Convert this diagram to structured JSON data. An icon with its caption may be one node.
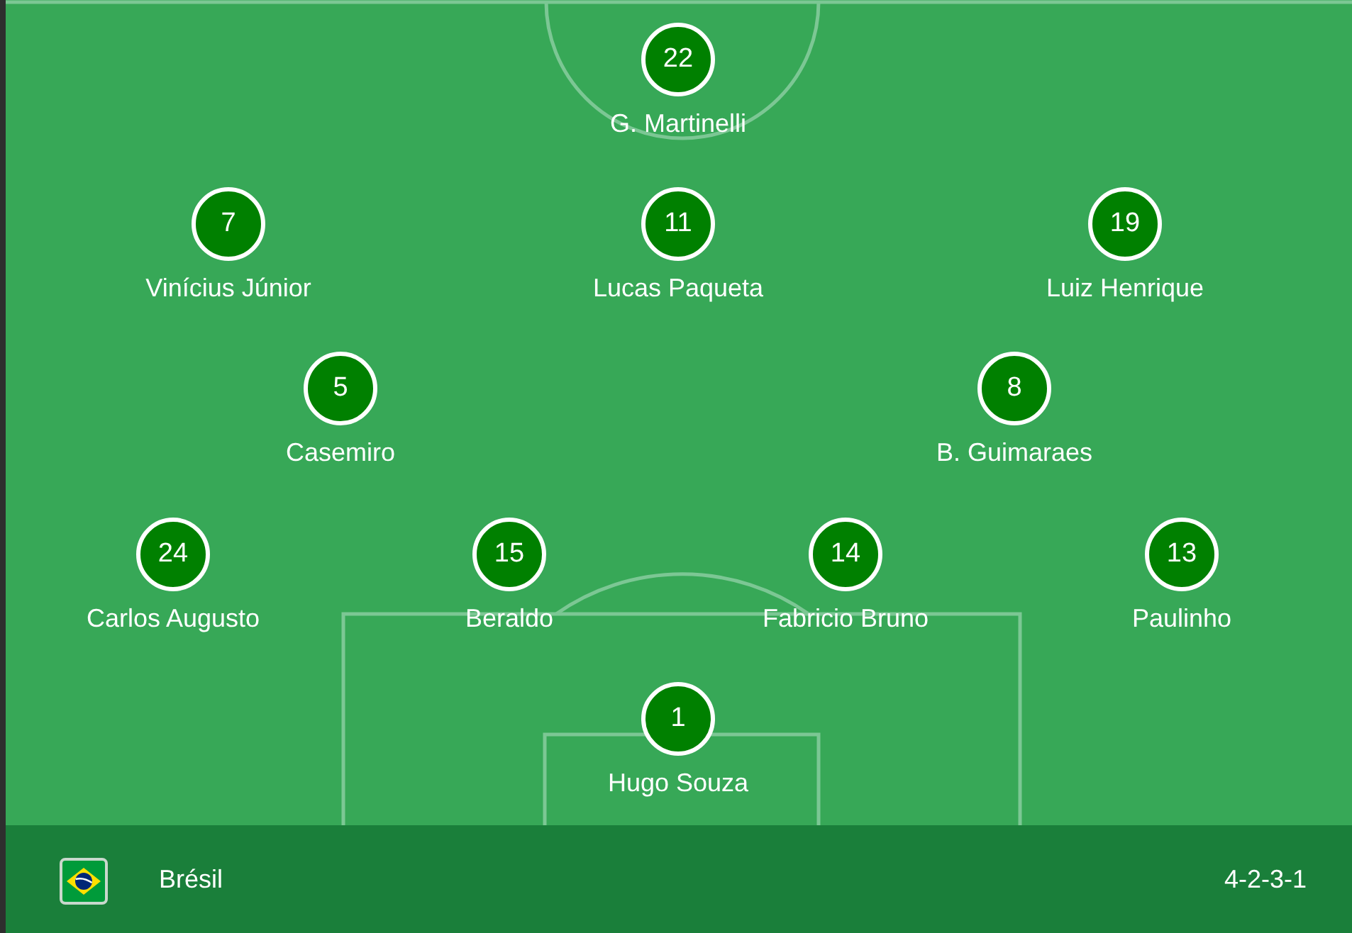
{
  "diagram": {
    "nodes": [
      {
        "text": [
          "22"
        ],
        "beside": [
          "G. Martinelli"
        ]
      },
      {
        "text": [
          "7"
        ],
        "beside": [
          "Vinícius Júnior"
        ]
      },
      {
        "text": [
          "11"
        ],
        "beside": [
          "Lucas Paqueta"
        ]
      },
      {
        "text": [
          "19"
        ],
        "beside": [
          "Luiz Henrique"
        ]
      },
      {
        "text": [
          "5"
        ],
        "beside": [
          "Casemiro"
        ]
      },
      {
        "text": [
          "8"
        ],
        "beside": [
          "B. Guimaraes"
        ]
      },
      {
        "text": [
          "24"
        ],
        "beside": [
          "Carlos Augusto"
        ]
      },
      {
        "text": [
          "15"
        ],
        "beside": [
          "Beraldo"
        ]
      },
      {
        "text": [
          "14"
        ],
        "beside": [
          "Fabricio Bruno"
        ]
      },
      {
        "text": [
          "13"
        ],
        "beside": [
          "Paulinho"
        ]
      },
      {
        "text": [
          "1"
        ],
        "beside": [
          "Hugo Souza"
        ]
      },
      {
        "text": [
          "Brésil",
          "4-2-3-1"
        ]
      }
    ]
  }
}
